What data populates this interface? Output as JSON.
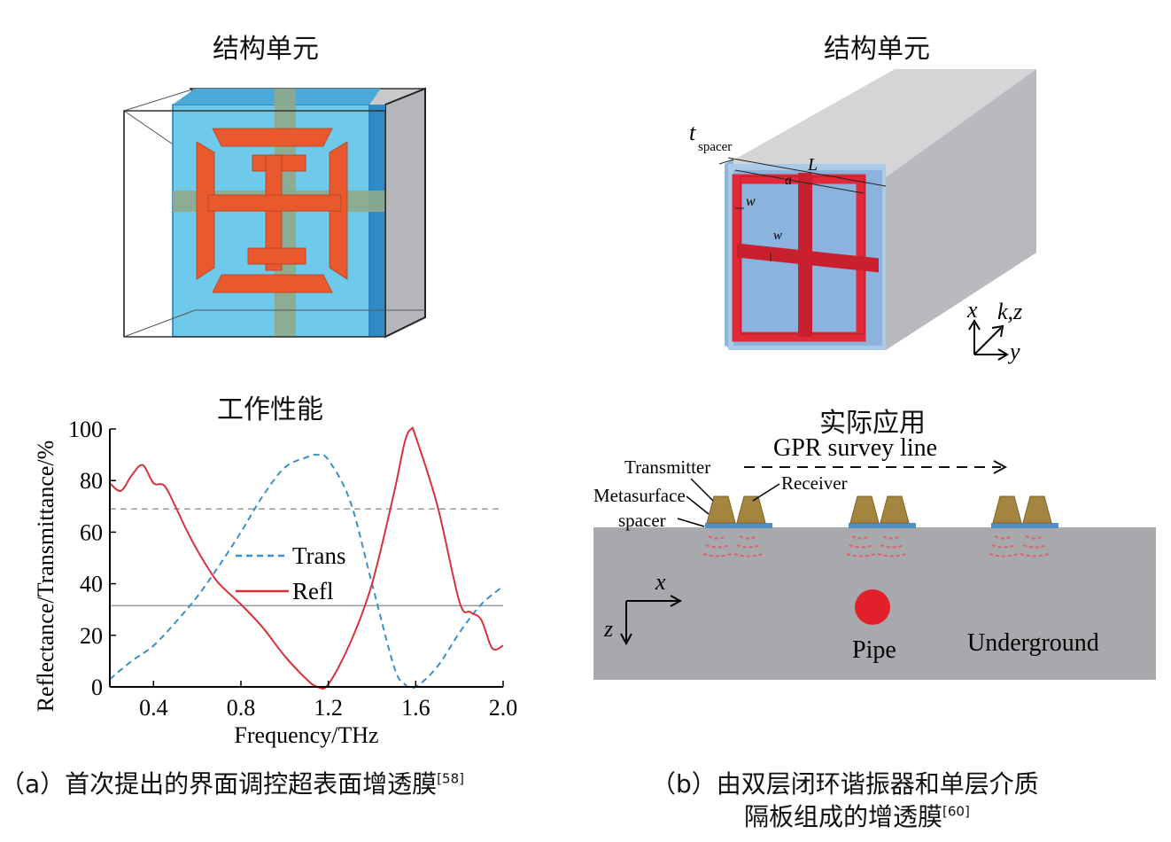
{
  "panel_a": {
    "structure_title": "结构单元",
    "performance_title": "工作性能",
    "caption": "（a）首次提出的界面调控超表面增透膜",
    "caption_ref": "[58]"
  },
  "panel_b": {
    "structure_title": "结构单元",
    "application_title": "实际应用",
    "caption_line1": "（b）由双层闭环谐振器和单层介质",
    "caption_line2": "隔板组成的增透膜",
    "caption_ref": "[60]",
    "labels": {
      "t_spacer_t": "t",
      "t_spacer_sub": "spacer",
      "L": "L",
      "a": "a",
      "w1": "w",
      "w2": "w",
      "x_axis": "x",
      "k_axis": "k,z",
      "y_axis": "y"
    },
    "application": {
      "gpr": "GPR survey line",
      "transmitter": "Transmitter",
      "metasurface": "Metasurface",
      "receiver": "Receiver",
      "spacer": "spacer",
      "x_axis": "x",
      "z_axis": "z",
      "pipe": "Pipe",
      "underground": "Underground"
    }
  },
  "chart_data": {
    "type": "line",
    "title": "工作性能",
    "xlabel": "Frequency/THz",
    "ylabel": "Reflectance/Transmittance/%",
    "xlim": [
      0.2,
      2.0
    ],
    "ylim": [
      0,
      100
    ],
    "xticks": [
      0.4,
      0.8,
      1.2,
      1.6,
      2.0
    ],
    "xtick_labels": [
      "0.4",
      "0.8",
      "1.2",
      "1.6",
      "2.0"
    ],
    "yticks": [
      0,
      20,
      40,
      60,
      80,
      100
    ],
    "ytick_labels": [
      "0",
      "20",
      "40",
      "60",
      "80",
      "100"
    ],
    "hlines": [
      69,
      31.5
    ],
    "series": [
      {
        "name": "Trans",
        "color": "#3a8fc4",
        "style": "dashed",
        "x": [
          0.2,
          0.3,
          0.4,
          0.5,
          0.6,
          0.7,
          0.8,
          0.9,
          1.0,
          1.1,
          1.15,
          1.2,
          1.3,
          1.4,
          1.5,
          1.55,
          1.6,
          1.7,
          1.8,
          1.9,
          2.0
        ],
        "y": [
          3,
          10,
          16,
          25,
          35,
          47,
          60,
          74,
          85,
          89,
          90,
          88,
          72,
          40,
          8,
          1,
          0,
          8,
          21,
          32,
          39
        ]
      },
      {
        "name": "Refl",
        "color": "#d9313a",
        "style": "solid",
        "x": [
          0.2,
          0.25,
          0.3,
          0.35,
          0.4,
          0.45,
          0.5,
          0.55,
          0.6,
          0.65,
          0.7,
          0.8,
          0.9,
          1.0,
          1.1,
          1.15,
          1.2,
          1.3,
          1.4,
          1.5,
          1.55,
          1.58,
          1.6,
          1.7,
          1.8,
          1.85,
          1.9,
          1.95,
          2.0
        ],
        "y": [
          79,
          76,
          82,
          86,
          79,
          78,
          70,
          61,
          53,
          46,
          40,
          32,
          23,
          12,
          3,
          0,
          1,
          17,
          40,
          75,
          95,
          100,
          97,
          70,
          33,
          29,
          26,
          15,
          16
        ]
      }
    ],
    "legend": "center"
  }
}
